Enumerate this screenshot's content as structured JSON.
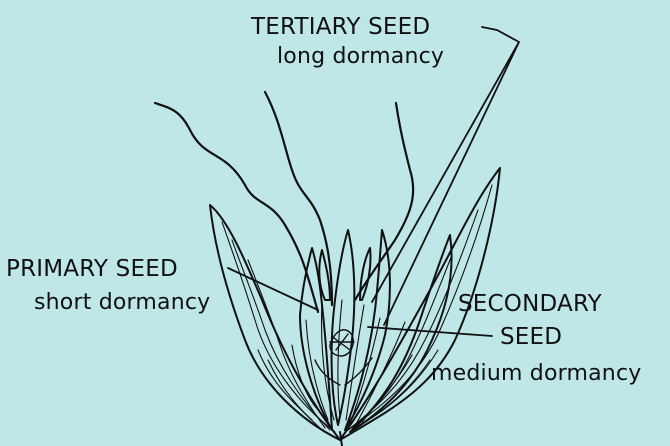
{
  "labels": {
    "tertiary": {
      "name": "TERTIARY SEED",
      "dormancy": "long dormancy"
    },
    "primary": {
      "name": "PRIMARY SEED",
      "dormancy": "short dormancy"
    },
    "secondary": {
      "name_line1": "SECONDARY",
      "name_line2": "SEED",
      "dormancy": "medium dormancy"
    }
  },
  "colors": {
    "background": "#bfe7e8",
    "ink": "#111111"
  }
}
